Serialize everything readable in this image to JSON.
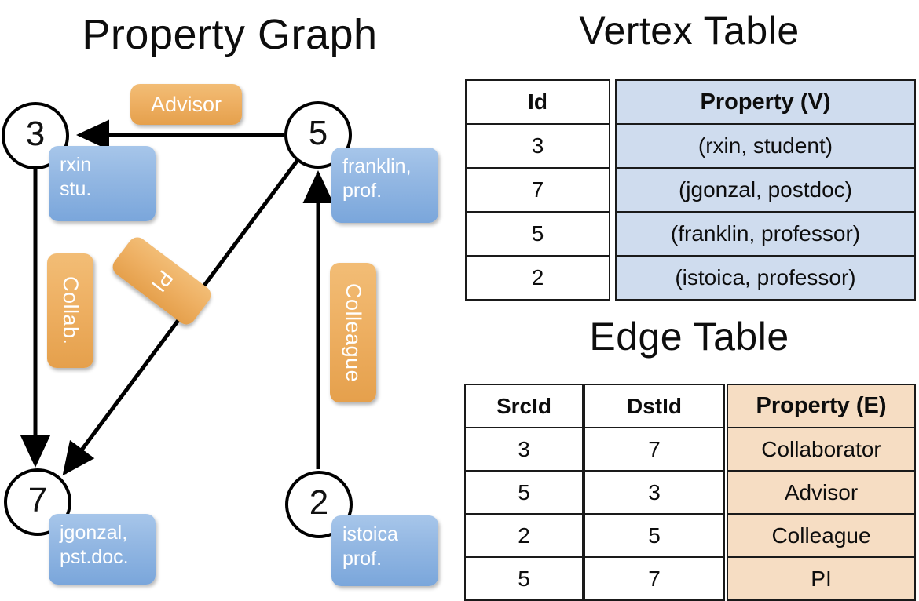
{
  "titles": {
    "property_graph": "Property Graph",
    "vertex_table": "Vertex Table",
    "edge_table": "Edge Table"
  },
  "colors": {
    "vertex_property_fill": "#cfdcee",
    "edge_property_fill": "#f6ddc3",
    "node_box_fill": "#94b8e3",
    "edge_label_fill": "#eeb063",
    "stroke": "#000000",
    "background": "#ffffff"
  },
  "graph": {
    "nodes": [
      {
        "id": "3",
        "property_line1": "rxin",
        "property_line2": "stu."
      },
      {
        "id": "5",
        "property_line1": "franklin,",
        "property_line2": "prof."
      },
      {
        "id": "7",
        "property_line1": "jgonzal,",
        "property_line2": "pst.doc."
      },
      {
        "id": "2",
        "property_line1": "istoica",
        "property_line2": "prof."
      }
    ],
    "edge_labels": [
      {
        "label": "Advisor",
        "orientation": "horizontal"
      },
      {
        "label": "Collab.",
        "orientation": "vertical"
      },
      {
        "label": "PI",
        "orientation": "rotated"
      },
      {
        "label": "Colleague",
        "orientation": "vertical"
      }
    ],
    "edges": [
      {
        "from": "5",
        "to": "3",
        "label": "Advisor"
      },
      {
        "from": "3",
        "to": "7",
        "label": "Collab."
      },
      {
        "from": "5",
        "to": "7",
        "label": "PI"
      },
      {
        "from": "2",
        "to": "5",
        "label": "Colleague"
      }
    ]
  },
  "vertex_table": {
    "headers": {
      "id": "Id",
      "property": "Property (V)"
    },
    "rows": [
      {
        "id": "3",
        "property": "(rxin, student)"
      },
      {
        "id": "7",
        "property": "(jgonzal, postdoc)"
      },
      {
        "id": "5",
        "property": "(franklin, professor)"
      },
      {
        "id": "2",
        "property": "(istoica, professor)"
      }
    ]
  },
  "edge_table": {
    "headers": {
      "src": "SrcId",
      "dst": "DstId",
      "property": "Property (E)"
    },
    "rows": [
      {
        "src": "3",
        "dst": "7",
        "property": "Collaborator"
      },
      {
        "src": "5",
        "dst": "3",
        "property": "Advisor"
      },
      {
        "src": "2",
        "dst": "5",
        "property": "Colleague"
      },
      {
        "src": "5",
        "dst": "7",
        "property": "PI"
      }
    ]
  }
}
